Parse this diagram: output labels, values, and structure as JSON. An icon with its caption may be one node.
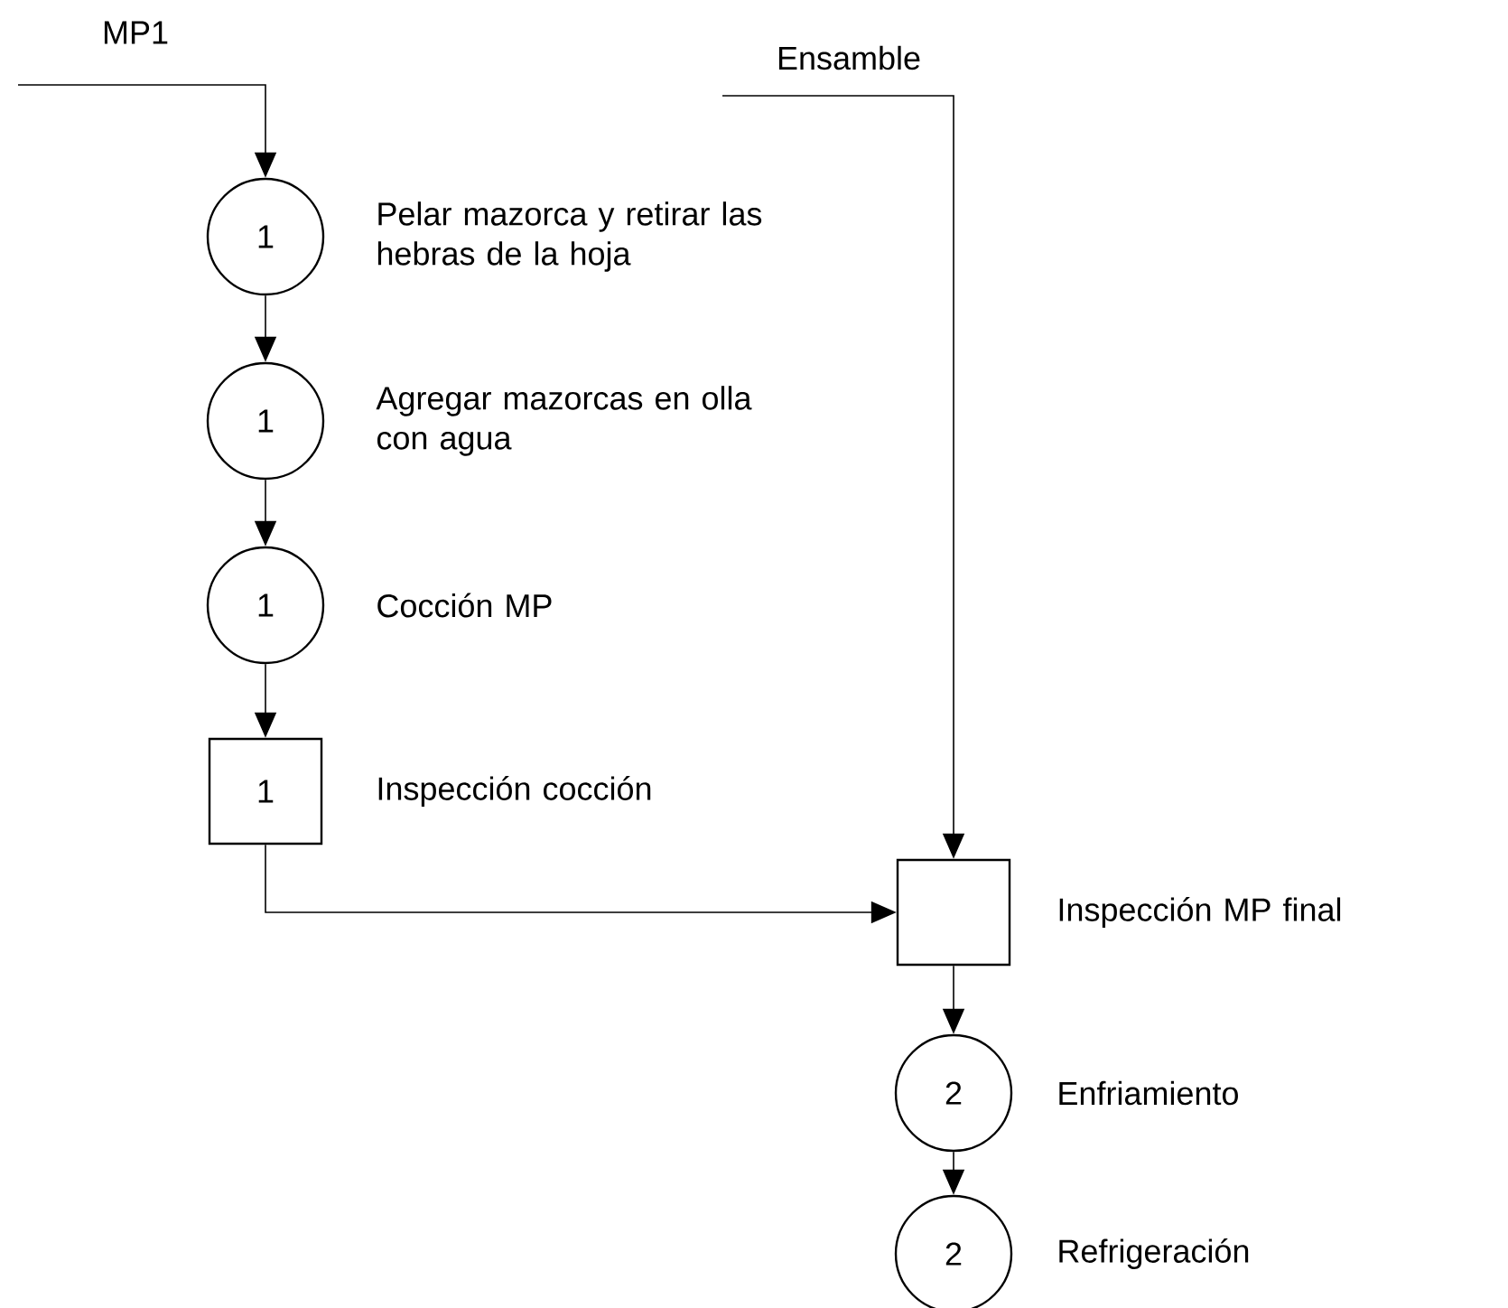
{
  "diagram": {
    "nodes": [
      {
        "text": [
          "1"
        ],
        "beside": [
          "Pelar mazorca y retirar las hebras de la hoja"
        ]
      },
      {
        "text": [
          "1"
        ],
        "beside": [
          "Agregar mazorcas en olla con agua"
        ]
      },
      {
        "text": [
          "1"
        ],
        "beside": [
          "Cocción MP"
        ]
      },
      {
        "text": [
          "1"
        ],
        "beside": [
          "Inspección cocción"
        ]
      },
      {
        "text": [],
        "shape": "box",
        "beside": [
          "Inspección MP final"
        ]
      },
      {
        "text": [
          "2"
        ],
        "beside": [
          "Enfriamiento"
        ]
      },
      {
        "text": [
          "2"
        ],
        "beside": [
          "Refrigeración"
        ]
      }
    ],
    "edges": [
      {
        "from": null,
        "to": 0,
        "arrow": "to",
        "label": "MP1"
      },
      {
        "from": 0,
        "to": 1,
        "arrow": "to"
      },
      {
        "from": 1,
        "to": 2,
        "arrow": "to"
      },
      {
        "from": 2,
        "to": 3,
        "arrow": "to"
      },
      {
        "from": 3,
        "to": 4,
        "arrow": "to"
      },
      {
        "from": null,
        "to": 4,
        "arrow": "to",
        "label": "Ensamble"
      },
      {
        "from": 4,
        "to": 5,
        "arrow": "to"
      },
      {
        "from": 5,
        "to": 6,
        "arrow": "to"
      }
    ]
  }
}
